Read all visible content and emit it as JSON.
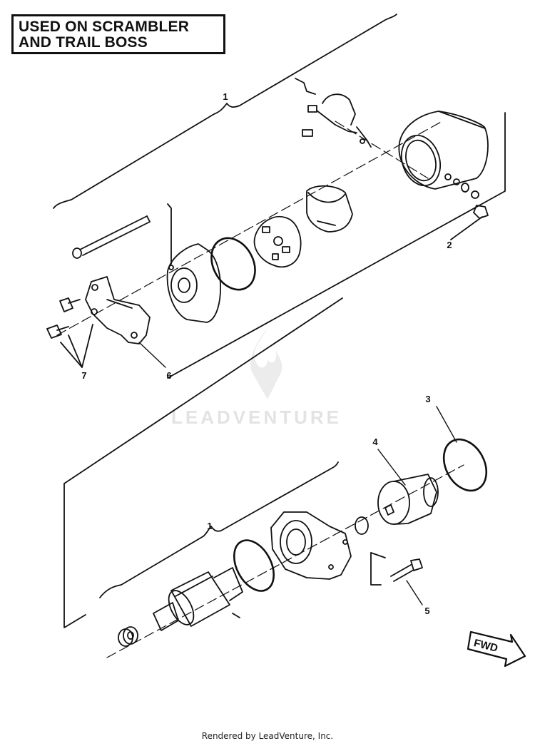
{
  "title": {
    "line1": "USED ON SCRAMBLER",
    "line2": "AND TRAIL BOSS"
  },
  "callouts": {
    "upper_assembly": "1",
    "lower_assembly": "1",
    "nut": "2",
    "o_ring_lower": "3",
    "drive_gear": "4",
    "bolt_lower": "5",
    "bracket": "6",
    "bolts_upper": "7"
  },
  "watermark": "LEADVENTURE",
  "direction_label": "FWD",
  "footer": "Rendered by LeadVenture, Inc.",
  "colors": {
    "ink": "#111111",
    "watermark": "#e3e3e3"
  }
}
